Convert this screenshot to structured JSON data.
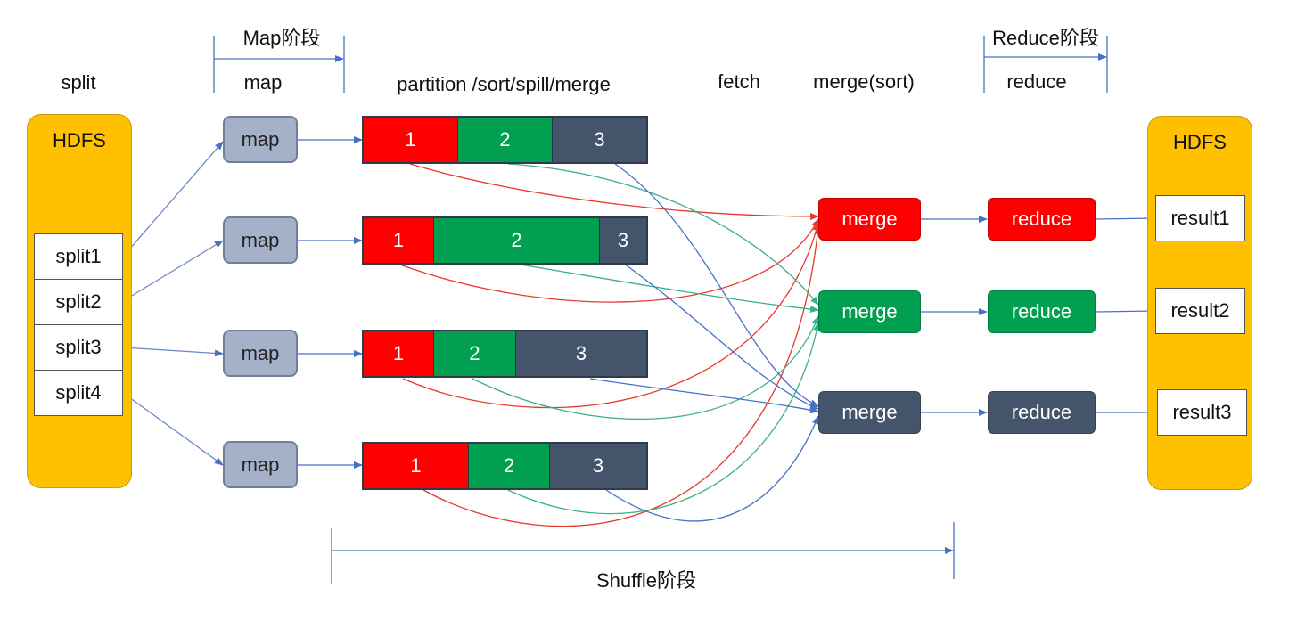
{
  "colors": {
    "red": "#FF0000",
    "green": "#00A050",
    "slate": "#44546A",
    "hdfs": "#FFC000",
    "map": "#A5B1C8",
    "arrow_blue": "#4472C4"
  },
  "header": {
    "split_label": "split",
    "map_stage": "Map阶段",
    "map_label": "map",
    "partition_label": "partition /sort/spill/merge",
    "fetch_label": "fetch",
    "merge_sort_label": "merge(sort)",
    "reduce_stage": "Reduce阶段",
    "reduce_label": "reduce"
  },
  "left_hdfs": {
    "title": "HDFS",
    "splits": [
      "split1",
      "split2",
      "split3",
      "split4"
    ]
  },
  "maps": [
    "map",
    "map",
    "map",
    "map"
  ],
  "partitions": [
    {
      "segments": [
        {
          "label": "1",
          "color": "red"
        },
        {
          "label": "2",
          "color": "green"
        },
        {
          "label": "3",
          "color": "slate"
        }
      ]
    },
    {
      "segments": [
        {
          "label": "1",
          "color": "red"
        },
        {
          "label": "2",
          "color": "green"
        },
        {
          "label": "3",
          "color": "slate"
        }
      ]
    },
    {
      "segments": [
        {
          "label": "1",
          "color": "red"
        },
        {
          "label": "2",
          "color": "green"
        },
        {
          "label": "3",
          "color": "slate"
        }
      ]
    },
    {
      "segments": [
        {
          "label": "1",
          "color": "red"
        },
        {
          "label": "2",
          "color": "green"
        },
        {
          "label": "3",
          "color": "slate"
        }
      ]
    }
  ],
  "merges": [
    {
      "label": "merge",
      "color": "red"
    },
    {
      "label": "merge",
      "color": "green"
    },
    {
      "label": "merge",
      "color": "slate"
    }
  ],
  "reduces": [
    {
      "label": "reduce",
      "color": "red"
    },
    {
      "label": "reduce",
      "color": "green"
    },
    {
      "label": "reduce",
      "color": "slate"
    }
  ],
  "right_hdfs": {
    "title": "HDFS",
    "results": [
      "result1",
      "result2",
      "result3"
    ]
  },
  "shuffle_label": "Shuffle阶段"
}
